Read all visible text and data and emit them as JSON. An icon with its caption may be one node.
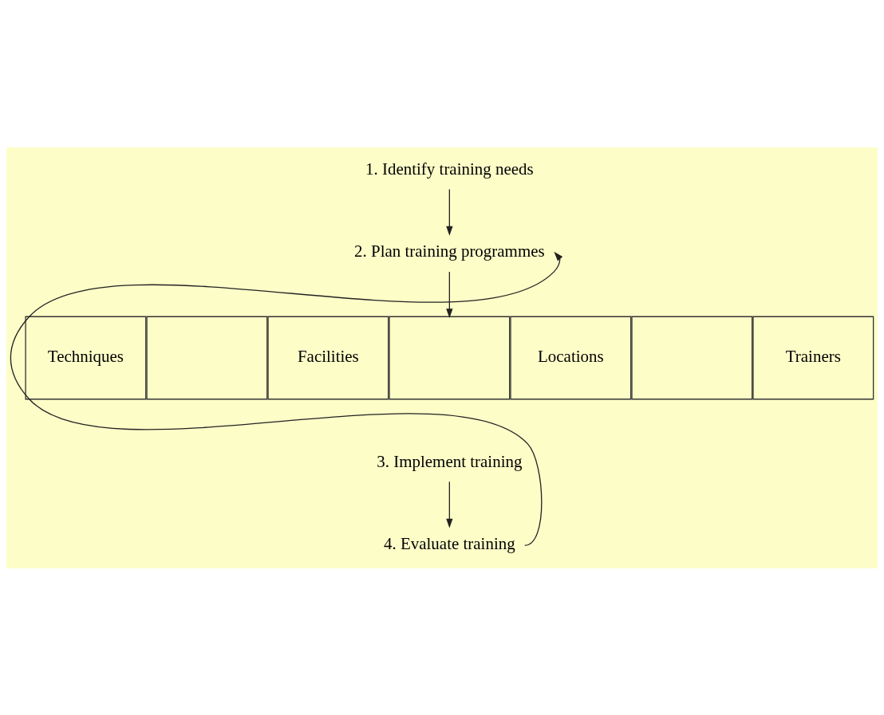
{
  "diagram": {
    "nodes": [
      {
        "text": [
          "1. Identify training needs"
        ]
      },
      {
        "text": [
          "2. Plan training programmes"
        ]
      },
      {
        "text": [
          "Techniques"
        ]
      },
      {
        "text": [],
        "shape": "box"
      },
      {
        "text": [
          "Facilities"
        ]
      },
      {
        "text": [],
        "shape": "box"
      },
      {
        "text": [
          "Locations"
        ]
      },
      {
        "text": [],
        "shape": "box"
      },
      {
        "text": [
          "Trainers"
        ]
      },
      {
        "text": [
          "3. Implement training"
        ]
      },
      {
        "text": [
          "4. Evaluate training"
        ]
      }
    ],
    "edges": [
      {
        "from": 0,
        "to": 1,
        "arrow": "to"
      },
      {
        "from": 1,
        "to": 5,
        "arrow": "to"
      },
      {
        "from": 9,
        "to": 10,
        "arrow": "to"
      },
      {
        "from": 10,
        "to": 1,
        "arrow": "to"
      }
    ]
  }
}
